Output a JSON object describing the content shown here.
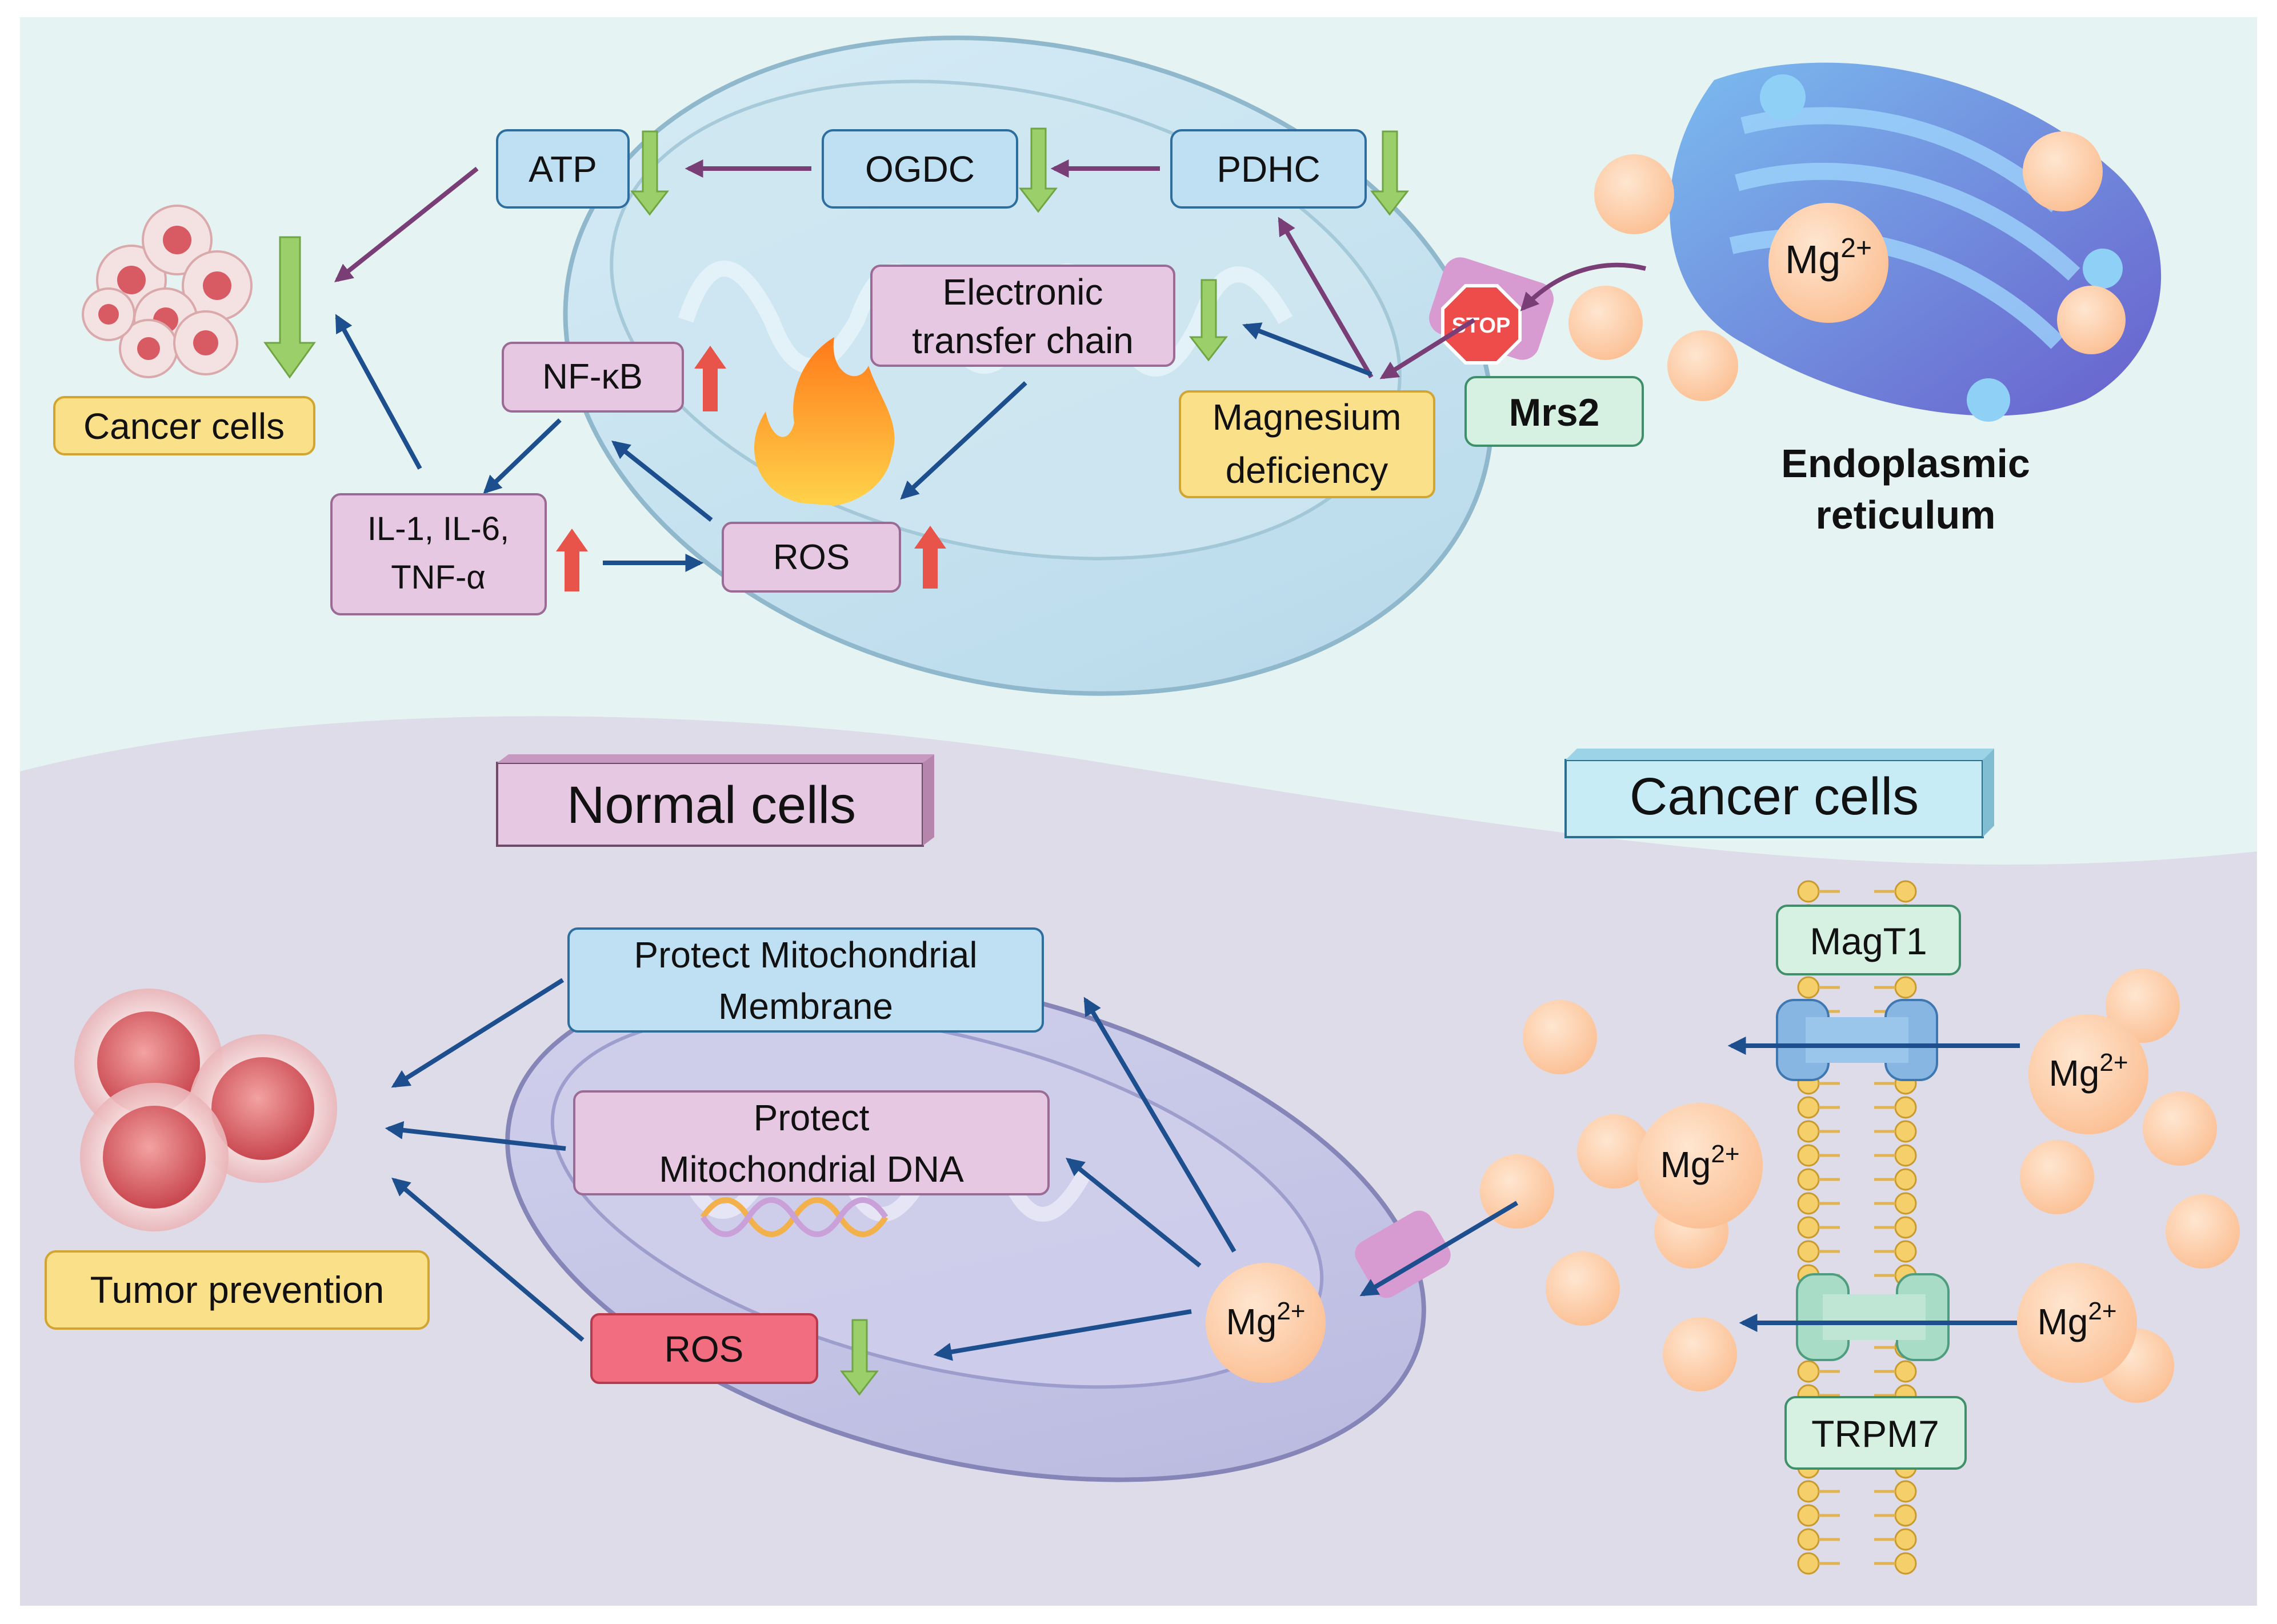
{
  "top": {
    "atp": "ATP",
    "ogdc": "OGDC",
    "pdhc": "PDHC",
    "etc_line1": "Electronic",
    "etc_line2": "transfer chain",
    "nfkb": "NF-κB",
    "il_line1": "IL-1, IL-6,",
    "il_line2": "TNF-α",
    "ros": "ROS",
    "cancer_cells": "Cancer cells",
    "mg_def_line1": "Magnesium",
    "mg_def_line2": "deficiency",
    "stop": "STOP",
    "mrs2": "Mrs2",
    "er_line1": "Endoplasmic",
    "er_line2": "reticulum",
    "mg_base": "Mg",
    "mg_sup": "2+"
  },
  "bottom": {
    "normal_cells": "Normal cells",
    "cancer_cells": "Cancer cells",
    "protect_membrane_line1": "Protect Mitochondrial",
    "protect_membrane_line2": "Membrane",
    "protect_dna_line1": "Protect",
    "protect_dna_line2": "Mitochondrial DNA",
    "ros": "ROS",
    "tumor_prevention": "Tumor prevention",
    "magt1": "MagT1",
    "trpm7": "TRPM7",
    "mg_base": "Mg",
    "mg_sup": "2+"
  },
  "colors": {
    "top_bg": "#e6f3f3",
    "bottom_bg": "#dddce8",
    "blue_box": "#bfe0f2",
    "pink_box": "#e7c8e2",
    "yellow_box": "#fbe08a",
    "green_box": "#d6f0e2",
    "red_box": "#f26d80",
    "arrow_blue": "#1d4f8e",
    "arrow_purple": "#7a3e76",
    "down_arrow": "#9bcf6a",
    "up_arrow": "#e8534a",
    "mg_ball": "#fdd1ab"
  }
}
